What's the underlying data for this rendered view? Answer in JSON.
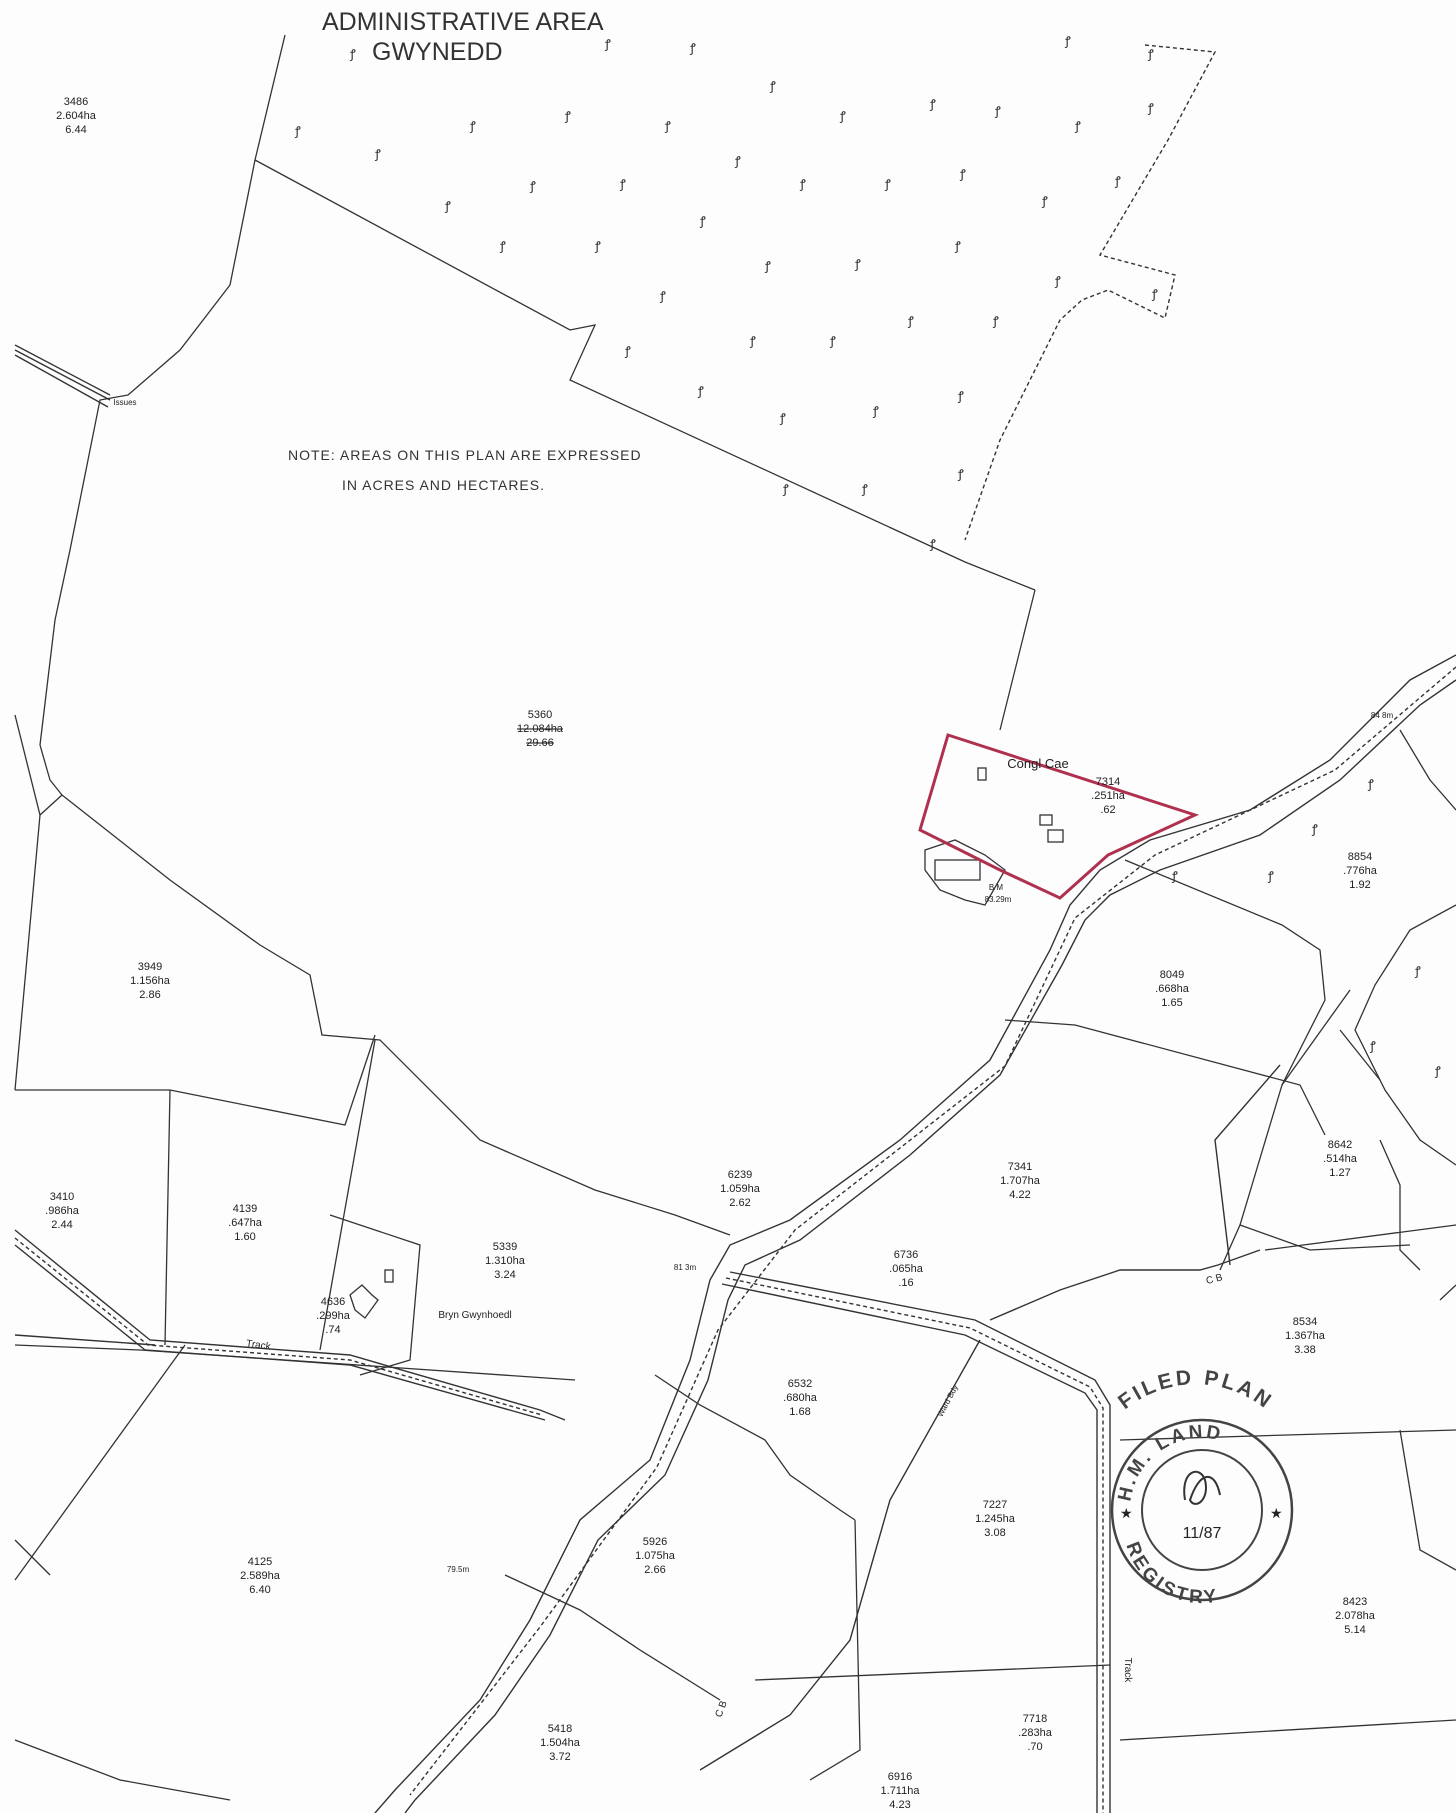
{
  "header": {
    "admin_line1": "ADMINISTRATIVE AREA",
    "admin_line2": "GWYNEDD"
  },
  "note": {
    "line1": "NOTE: AREAS ON THIS PLAN ARE EXPRESSED",
    "line2": "IN ACRES AND HECTARES."
  },
  "parcels": [
    {
      "id": "3486",
      "ha": "2.604ha",
      "ac": "6.44"
    },
    {
      "id": "5360",
      "ha": "12.084ha",
      "ac": "29.66"
    },
    {
      "id": "7314",
      "ha": ".251ha",
      "ac": ".62"
    },
    {
      "id": "8854",
      "ha": ".776ha",
      "ac": "1.92"
    },
    {
      "id": "3949",
      "ha": "1.156ha",
      "ac": "2.86"
    },
    {
      "id": "8049",
      "ha": ".668ha",
      "ac": "1.65"
    },
    {
      "id": "3410",
      "ha": ".986ha",
      "ac": "2.44"
    },
    {
      "id": "4139",
      "ha": ".647ha",
      "ac": "1.60"
    },
    {
      "id": "4636",
      "ha": ".299ha",
      "ac": ".74"
    },
    {
      "id": "5339",
      "ha": "1.310ha",
      "ac": "3.24"
    },
    {
      "id": "6239",
      "ha": "1.059ha",
      "ac": "2.62"
    },
    {
      "id": "7341",
      "ha": "1.707ha",
      "ac": "4.22"
    },
    {
      "id": "8642",
      "ha": ".514ha",
      "ac": "1.27"
    },
    {
      "id": "6736",
      "ha": ".065ha",
      "ac": ".16"
    },
    {
      "id": "8534",
      "ha": "1.367ha",
      "ac": "3.38"
    },
    {
      "id": "6532",
      "ha": ".680ha",
      "ac": "1.68"
    },
    {
      "id": "7227",
      "ha": "1.245ha",
      "ac": "3.08"
    },
    {
      "id": "5926",
      "ha": "1.075ha",
      "ac": "2.66"
    },
    {
      "id": "4125",
      "ha": "2.589ha",
      "ac": "6.40"
    },
    {
      "id": "8423",
      "ha": "2.078ha",
      "ac": "5.14"
    },
    {
      "id": "5418",
      "ha": "1.504ha",
      "ac": "3.72"
    },
    {
      "id": "7718",
      "ha": ".283ha",
      "ac": ".70"
    },
    {
      "id": "6916",
      "ha": "1.711ha",
      "ac": "4.23"
    }
  ],
  "places": {
    "congl_cae": "Congl Cae",
    "bryn": "Bryn Gwynhoedl",
    "track1": "Track",
    "track2": "Track",
    "ward_bdy": "Ward Bdy",
    "issues": "Issues"
  },
  "levels": {
    "l1": "84 8m",
    "l2": "B M",
    "l3": "83.29m",
    "l4": "81 3m",
    "l5": "79.5m",
    "cb1": "C B",
    "cb2": "C B"
  },
  "stamp": {
    "top": "FILED PLAN",
    "arc": "H.M. LAND",
    "bottom": "REGISTRY",
    "date": "11/87"
  },
  "colors": {
    "boundary_highlight": "#b03050",
    "lines": "#333333"
  }
}
